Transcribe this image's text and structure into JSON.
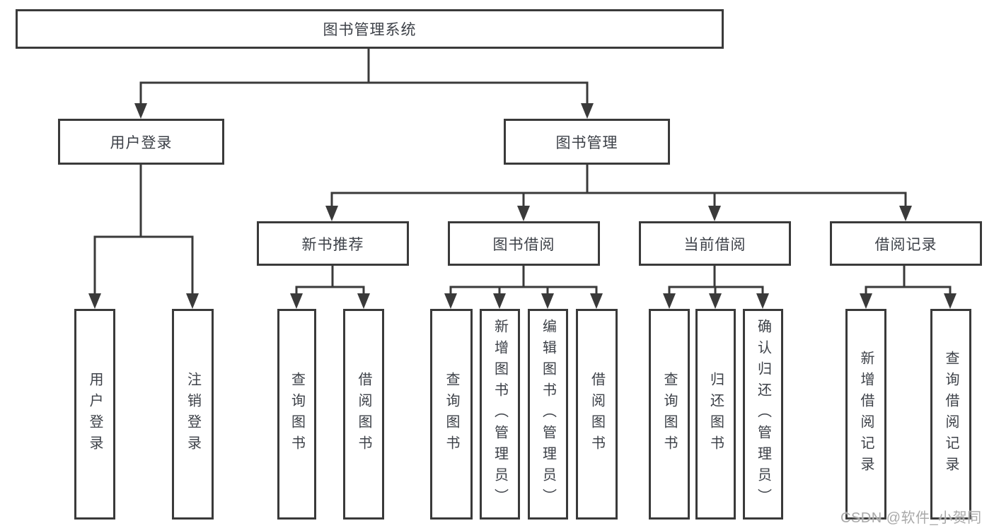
{
  "diagram": {
    "root": {
      "label": "图书管理系统"
    },
    "children": [
      {
        "label": "用户登录",
        "children": [
          {
            "label": "用户登录"
          },
          {
            "label": "注销登录"
          }
        ]
      },
      {
        "label": "图书管理",
        "children": [
          {
            "label": "新书推荐",
            "children": [
              {
                "label": "查询图书"
              },
              {
                "label": "借阅图书"
              }
            ]
          },
          {
            "label": "图书借阅",
            "children": [
              {
                "label": "查询图书"
              },
              {
                "label": "新增图书（管理员）"
              },
              {
                "label": "编辑图书（管理员）"
              },
              {
                "label": "借阅图书"
              }
            ]
          },
          {
            "label": "当前借阅",
            "children": [
              {
                "label": "查询图书"
              },
              {
                "label": "归还图书"
              },
              {
                "label": "确认归还（管理员）"
              }
            ]
          },
          {
            "label": "借阅记录",
            "children": [
              {
                "label": "新增借阅记录"
              },
              {
                "label": "查询借阅记录"
              }
            ]
          }
        ]
      }
    ],
    "colors": {
      "line": "#3a3a3a",
      "box_border": "#3a3a3a",
      "text": "#3d4148",
      "background": "#ffffff",
      "watermark": "#a9a9a9"
    }
  },
  "watermark": {
    "text": "CSDN @软件_小贺同学"
  }
}
